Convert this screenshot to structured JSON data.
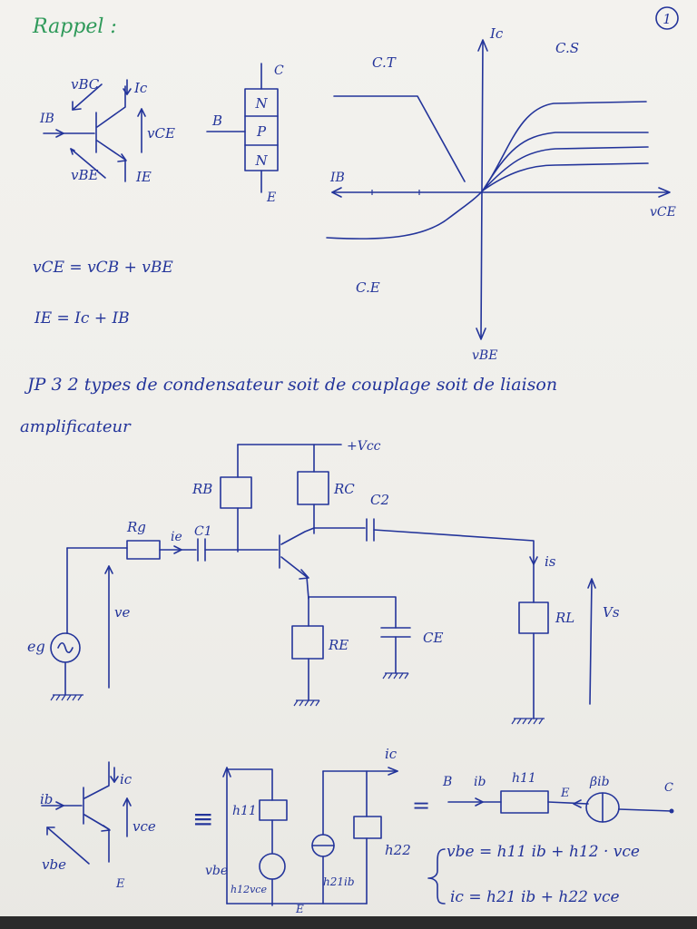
{
  "page_number": "1",
  "title": "Rappel :",
  "transistor_labels": {
    "vbc": "vBC",
    "ic": "Ic",
    "ib": "IB",
    "vce": "vCE",
    "vbe": "vBE",
    "ie": "IE"
  },
  "npn_block": {
    "c": "C",
    "b": "B",
    "e": "E",
    "n1": "N",
    "p": "P",
    "n2": "N"
  },
  "characteristics": {
    "ct": "C.T",
    "cs": "C.S",
    "ce": "C.E",
    "axis_ic": "Ic",
    "axis_ib": "IB",
    "axis_vce": "vCE",
    "axis_vbe": "vBE"
  },
  "equations": {
    "eq1": "vCE = vCB + vBE",
    "eq2": "IE = Ic + IB"
  },
  "note_line1": "JP 3 2 types de condensateur soit de couplage soit de liaison",
  "note_line2": "amplificateur",
  "amplifier": {
    "vcc": "+Vcc",
    "rb": "RB",
    "rc": "RC",
    "c2": "C2",
    "rg": "Rg",
    "ie": "ie",
    "c1": "C1",
    "ve": "ve",
    "eg": "eg",
    "is": "is",
    "rl": "RL",
    "vs": "Vs",
    "re": "RE",
    "ce": "CE"
  },
  "small_signal": {
    "ic_left": "ic",
    "ib_left": "ib",
    "vce_left": "vce",
    "vbe_left": "vbe",
    "e_left": "E",
    "equiv": "≡",
    "ic_mid": "ic",
    "h11": "h11",
    "vbe_mid": "vbe",
    "h12vce": "h12vce",
    "h21ib": "h21ib",
    "h22": "h22",
    "e_mid": "E",
    "equals": "=",
    "b_right": "B",
    "ib_right": "ib",
    "h11_right": "h11",
    "e_right": "E",
    "bib": "βib",
    "c_right": "C",
    "eq_a": "vbe = h11 ib + h12 · vce",
    "eq_b": "ic = h21 ib + h22 vce"
  }
}
